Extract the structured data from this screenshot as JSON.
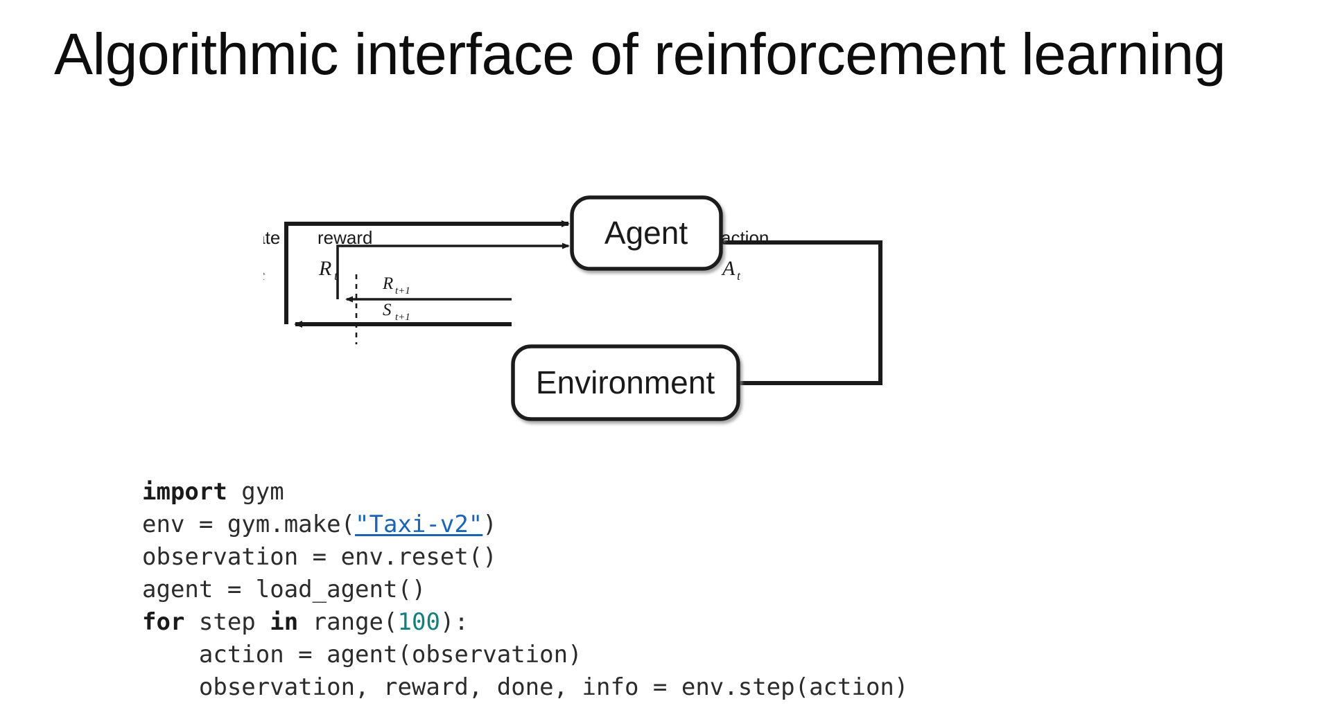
{
  "slide": {
    "title": "Algorithmic interface of reinforcement learning",
    "background_color": "#ffffff",
    "title_color": "#0d0d0d"
  },
  "diagram": {
    "name": "agent-environment-interaction-loop",
    "boxes": [
      {
        "id": "agent",
        "label": "Agent"
      },
      {
        "id": "environment",
        "label": "Environment"
      }
    ],
    "edge_labels": [
      {
        "id": "state",
        "text": "state",
        "symbol": "S",
        "subscript": "t"
      },
      {
        "id": "reward",
        "text": "reward",
        "symbol": "R",
        "subscript": "t"
      },
      {
        "id": "action",
        "text": "action",
        "symbol": "A",
        "subscript": "t"
      },
      {
        "id": "next-reward",
        "text": "",
        "symbol": "R",
        "subscript": "t+1"
      },
      {
        "id": "next-state",
        "text": "",
        "symbol": "S",
        "subscript": "t+1"
      }
    ],
    "labels": {
      "state": "state",
      "reward": "reward",
      "action": "action",
      "state_symbol": "S",
      "state_sub": "t",
      "reward_symbol": "R",
      "reward_sub": "t",
      "action_symbol": "A",
      "action_sub": "t",
      "next_reward_symbol": "R",
      "next_reward_sub": "t+1",
      "next_state_symbol": "S",
      "next_state_sub": "t+1"
    },
    "stroke_color": "#1a1a1a",
    "box_fill": "#ffffff"
  },
  "code": {
    "language": "python",
    "colors": {
      "text": "#2b2b2b",
      "keyword": "#1a1a1a",
      "link": "#1565c0",
      "number": "#0d8080"
    },
    "lines": [
      {
        "tokens": [
          {
            "t": "import",
            "k": "kw"
          },
          {
            "t": " gym",
            "k": ""
          }
        ]
      },
      {
        "tokens": [
          {
            "t": "env = gym.make(",
            "k": ""
          },
          {
            "t": "\"Taxi-v2\"",
            "k": "lnk"
          },
          {
            "t": ")",
            "k": ""
          }
        ]
      },
      {
        "tokens": [
          {
            "t": "observation = env.reset()",
            "k": ""
          }
        ]
      },
      {
        "tokens": [
          {
            "t": "agent = load_agent()",
            "k": ""
          }
        ]
      },
      {
        "tokens": [
          {
            "t": "for",
            "k": "kw"
          },
          {
            "t": " step ",
            "k": ""
          },
          {
            "t": "in",
            "k": "kw"
          },
          {
            "t": " range(",
            "k": ""
          },
          {
            "t": "100",
            "k": "num"
          },
          {
            "t": "):",
            "k": ""
          }
        ]
      },
      {
        "tokens": [
          {
            "t": "    action = agent(observation)",
            "k": ""
          }
        ]
      },
      {
        "tokens": [
          {
            "t": "    observation, reward, done, info = env.step(action)",
            "k": ""
          }
        ]
      }
    ]
  }
}
